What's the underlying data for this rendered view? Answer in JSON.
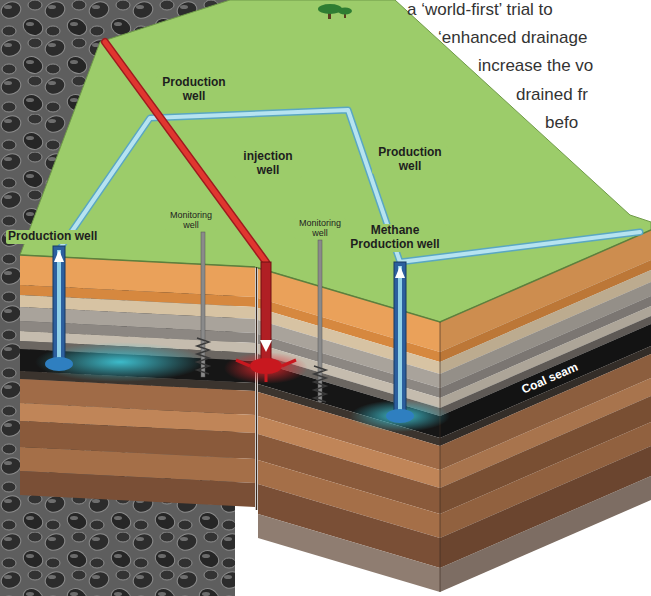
{
  "diagram": {
    "labels": [
      "a ‘world-first’ trial to",
      "‘enhanced drainage",
      "increase the vo",
      "drained fr",
      "befo",
      "Production well",
      "Production well",
      "injection well",
      "Monitoring well",
      "Monitoring well",
      "Production well",
      "Methane Production well",
      "Coal seam"
    ]
  }
}
